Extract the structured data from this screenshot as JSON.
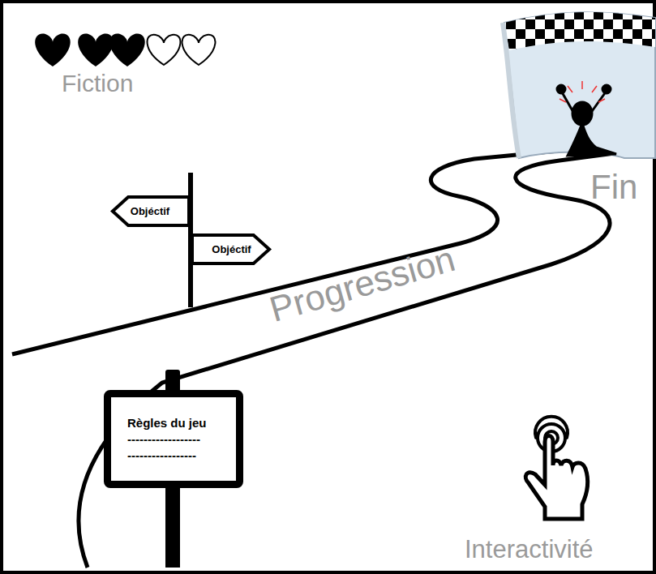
{
  "diagram": {
    "nodes": [
      {
        "text": [
          "Objéctif"
        ]
      },
      {
        "text": [
          "Objéctif"
        ]
      },
      {
        "text": [
          "Règles du jeu",
          "------------------",
          "-----------------"
        ]
      }
    ],
    "labels": [
      "Fiction",
      "Progression",
      "Fin",
      "Interactivité"
    ]
  }
}
